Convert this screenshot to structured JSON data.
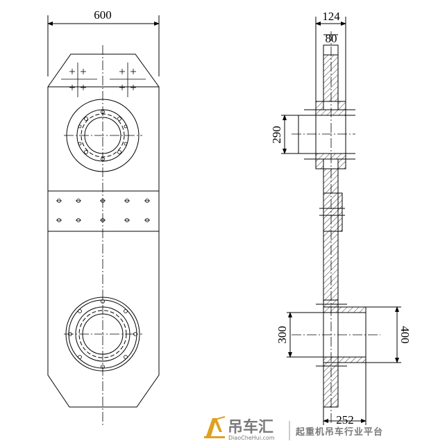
{
  "dimensions": {
    "plate_width": "600",
    "side_total_width": "124",
    "side_inner_width": "80",
    "upper_bore": "290",
    "lower_bore": "300",
    "lower_hub_outer": "400",
    "lower_hub_width": "252"
  },
  "watermark": {
    "brand": "吊车汇",
    "url": "DiaoCheHui.com",
    "slogan": "起重机吊车行业平台"
  },
  "colors": {
    "line": "#000000",
    "watermark": "#7a7a7a",
    "logo_accent": "#e0a020"
  }
}
